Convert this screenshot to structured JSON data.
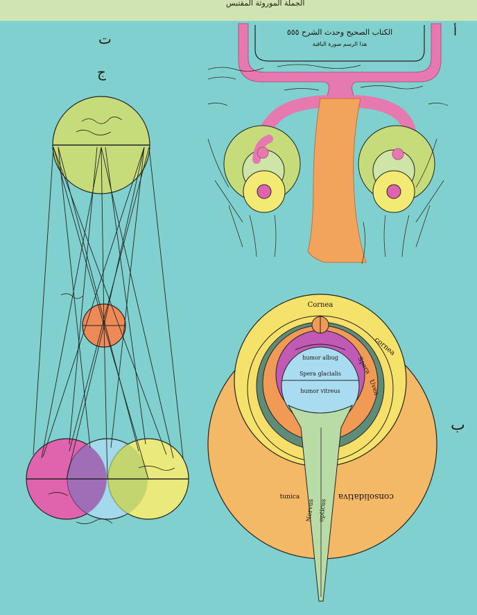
{
  "header": {
    "top_ref": "الجملة الموروثة المقتبس"
  },
  "letters": {
    "ta": "ت",
    "jim": "ج",
    "alif": "أ",
    "ba": "ب"
  },
  "brain_panel": {
    "title_line1": "الكتاب الصحيح وحدث الشرح ٥٥٥",
    "title_line2": "هذا الرسم صورة الباقية"
  },
  "eye_panel": {
    "labels": [
      {
        "key": "cornea_top",
        "text": "Cornea"
      },
      {
        "key": "cornea_right",
        "text": "cornea"
      },
      {
        "key": "humor_albug",
        "text": "humor albug"
      },
      {
        "key": "uvea",
        "text": "Uvea"
      },
      {
        "key": "spera",
        "text": "Spera"
      },
      {
        "key": "spera_glacialis",
        "text": "Spera glacialis"
      },
      {
        "key": "humor_vitreus",
        "text": "humor vitreus"
      },
      {
        "key": "nervus",
        "text": "Nervus"
      },
      {
        "key": "opticus",
        "text": "opticus"
      },
      {
        "key": "consolidativa",
        "text": "consolidativa"
      },
      {
        "key": "tunica",
        "text": "tunica"
      }
    ]
  },
  "colors": {
    "background": "#7fd0cf",
    "header_band": "#cfe3b3",
    "pink": "#e579b0",
    "yellow_green": "#c6dc7a",
    "yellow": "#f3ea74",
    "orange": "#f2a35c",
    "salmon": "#ee8a58",
    "magenta": "#df64ad",
    "sky": "#a9dcf0",
    "dark_green": "#5f8c78",
    "light_green": "#cfe5a8"
  }
}
